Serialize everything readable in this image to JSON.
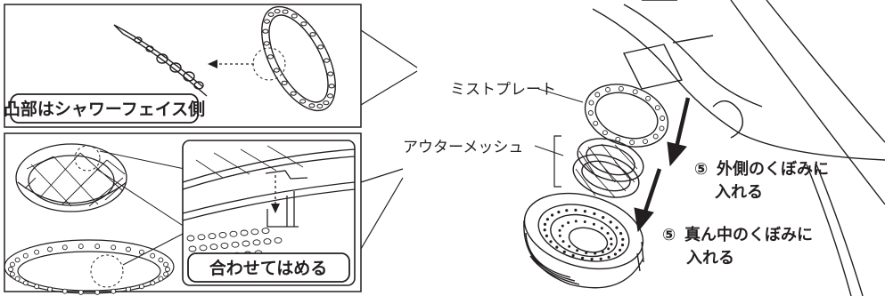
{
  "top_panel": {
    "caption": "凸部はシャワーフェイス側"
  },
  "bottom_panel": {
    "caption": "合わせてはめる"
  },
  "callouts": {
    "mist_plate": "ミストプレート",
    "outer_mesh": "アウターメッシュ"
  },
  "steps": [
    {
      "number": "⑤",
      "line1": "外側のくぼみに",
      "line2": "入れる"
    },
    {
      "number": "⑤",
      "line1": "真ん中のくぼみに",
      "line2": "入れる"
    }
  ],
  "colors": {
    "line": "#231f20",
    "panel_border": "#231f20",
    "arrow": "#231f20",
    "background": "#ffffff"
  }
}
